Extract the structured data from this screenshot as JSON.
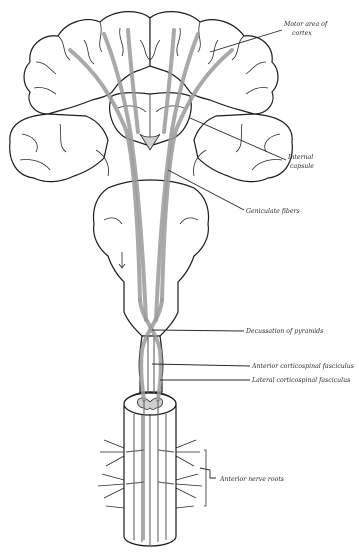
{
  "labels": {
    "motor_area": [
      "Motor area of",
      "cortex"
    ],
    "internal_capsule": [
      "Internal",
      "capsule"
    ],
    "geniculate_fibers": "Geniculate fibers",
    "decussation": "Decussation of pyramids",
    "anterior_tract": "Anterior corticospinal fasciculus",
    "lateral_tract": "Lateral corticospinal fasciculus",
    "nerve_roots": "Anterior nerve roots"
  }
}
